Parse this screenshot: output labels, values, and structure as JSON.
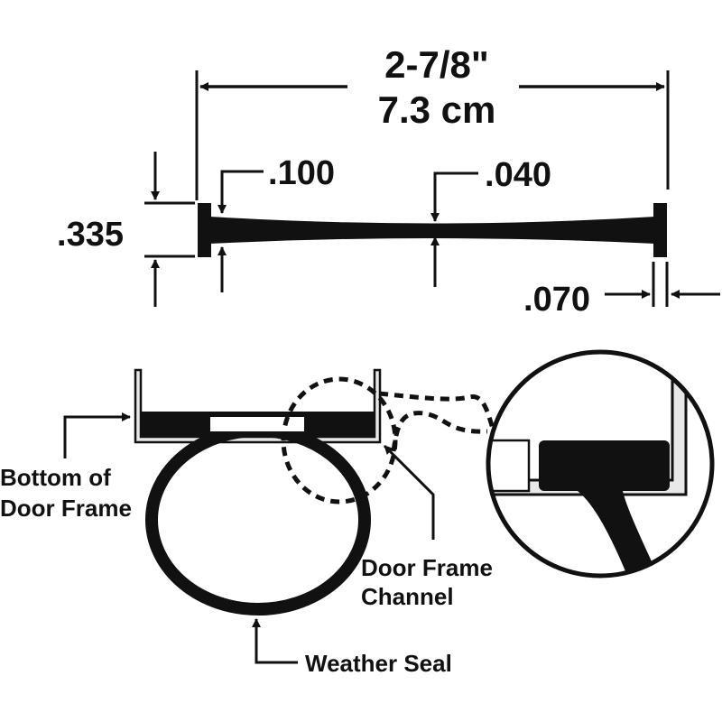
{
  "dimensions": {
    "overall_width_in": "2-7/8\"",
    "overall_width_cm": "7.3 cm",
    "height": ".335",
    "end_thickness": ".100",
    "center_thickness": ".040",
    "lip_thickness": ".070"
  },
  "labels": {
    "door_frame_bottom_line1": "Bottom of",
    "door_frame_bottom_line2": "Door Frame",
    "channel_line1": "Door Frame",
    "channel_line2": "Channel",
    "seal": "Weather Seal"
  },
  "colors": {
    "ink": "#111111",
    "background": "#ffffff",
    "channel_fill": "#e8e8e8"
  }
}
